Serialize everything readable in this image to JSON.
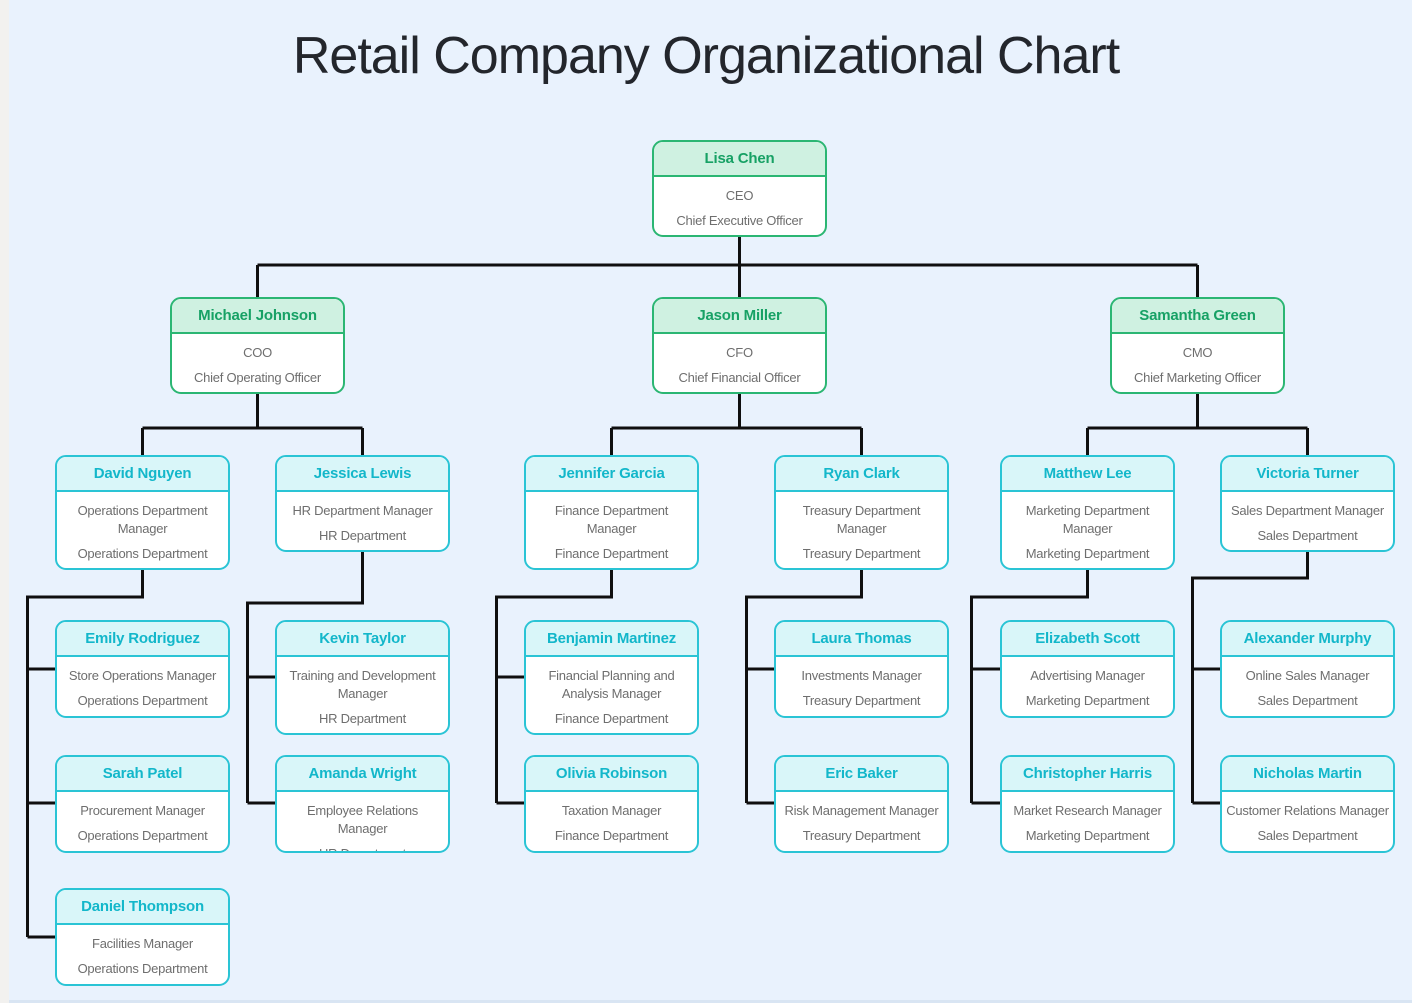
{
  "page_title": "Retail Company Organizational Chart",
  "colors": {
    "canvas_background": "#e9f2fd",
    "executive_accent": "#2bb673",
    "executive_header_bg": "#cff1e1",
    "executive_name_text": "#17a165",
    "manager_accent": "#2ac4d5",
    "manager_header_bg": "#d9f6f9",
    "manager_name_text": "#13b7ca",
    "body_text": "#6e6e6e",
    "connector_line": "#0f0f0f"
  },
  "nodes": [
    {
      "name": "Lisa Chen",
      "title": "CEO",
      "subtitle": "Chief Executive Officer",
      "level": "executive",
      "reports_to": null
    },
    {
      "name": "Michael Johnson",
      "title": "COO",
      "subtitle": "Chief Operating Officer",
      "level": "executive",
      "reports_to": "Lisa Chen"
    },
    {
      "name": "Jason Miller",
      "title": "CFO",
      "subtitle": "Chief Financial Officer",
      "level": "executive",
      "reports_to": "Lisa Chen"
    },
    {
      "name": "Samantha Green",
      "title": "CMO",
      "subtitle": "Chief Marketing Officer",
      "level": "executive",
      "reports_to": "Lisa Chen"
    },
    {
      "name": "David Nguyen",
      "title": "Operations Department Manager",
      "subtitle": "Operations Department",
      "level": "manager",
      "reports_to": "Michael Johnson"
    },
    {
      "name": "Jessica Lewis",
      "title": "HR Department Manager",
      "subtitle": "HR Department",
      "level": "manager",
      "reports_to": "Michael Johnson"
    },
    {
      "name": "Jennifer Garcia",
      "title": "Finance Department Manager",
      "subtitle": "Finance Department",
      "level": "manager",
      "reports_to": "Jason Miller"
    },
    {
      "name": "Ryan Clark",
      "title": "Treasury Department Manager",
      "subtitle": "Treasury Department",
      "level": "manager",
      "reports_to": "Jason Miller"
    },
    {
      "name": "Matthew Lee",
      "title": "Marketing Department Manager",
      "subtitle": "Marketing Department",
      "level": "manager",
      "reports_to": "Samantha Green"
    },
    {
      "name": "Victoria Turner",
      "title": "Sales Department Manager",
      "subtitle": "Sales Department",
      "level": "manager",
      "reports_to": "Samantha Green"
    },
    {
      "name": "Emily Rodriguez",
      "title": "Store Operations Manager",
      "subtitle": "Operations Department",
      "level": "manager",
      "reports_to": "David Nguyen"
    },
    {
      "name": "Kevin Taylor",
      "title": "Training and Development Manager",
      "subtitle": "HR Department",
      "level": "manager",
      "reports_to": "Jessica Lewis"
    },
    {
      "name": "Benjamin Martinez",
      "title": "Financial Planning and Analysis Manager",
      "subtitle": "Finance Department",
      "level": "manager",
      "reports_to": "Jennifer Garcia"
    },
    {
      "name": "Laura Thomas",
      "title": "Investments Manager",
      "subtitle": "Treasury Department",
      "level": "manager",
      "reports_to": "Ryan Clark"
    },
    {
      "name": "Elizabeth Scott",
      "title": "Advertising Manager",
      "subtitle": "Marketing Department",
      "level": "manager",
      "reports_to": "Matthew Lee"
    },
    {
      "name": "Alexander Murphy",
      "title": "Online Sales Manager",
      "subtitle": "Sales Department",
      "level": "manager",
      "reports_to": "Victoria Turner"
    },
    {
      "name": "Sarah Patel",
      "title": "Procurement Manager",
      "subtitle": "Operations Department",
      "level": "manager",
      "reports_to": "David Nguyen"
    },
    {
      "name": "Amanda Wright",
      "title": "Employee Relations Manager",
      "subtitle": "HR Department",
      "level": "manager",
      "reports_to": "Jessica Lewis"
    },
    {
      "name": "Olivia Robinson",
      "title": "Taxation Manager",
      "subtitle": "Finance Department",
      "level": "manager",
      "reports_to": "Jennifer Garcia"
    },
    {
      "name": "Eric Baker",
      "title": "Risk Management Manager",
      "subtitle": "Treasury Department",
      "level": "manager",
      "reports_to": "Ryan Clark"
    },
    {
      "name": "Christopher Harris",
      "title": "Market Research Manager",
      "subtitle": "Marketing Department",
      "level": "manager",
      "reports_to": "Matthew Lee"
    },
    {
      "name": "Nicholas Martin",
      "title": "Customer Relations Manager",
      "subtitle": "Sales Department",
      "level": "manager",
      "reports_to": "Victoria Turner"
    },
    {
      "name": "Daniel Thompson",
      "title": "Facilities Manager",
      "subtitle": "Operations Department",
      "level": "manager",
      "reports_to": "David Nguyen"
    }
  ]
}
